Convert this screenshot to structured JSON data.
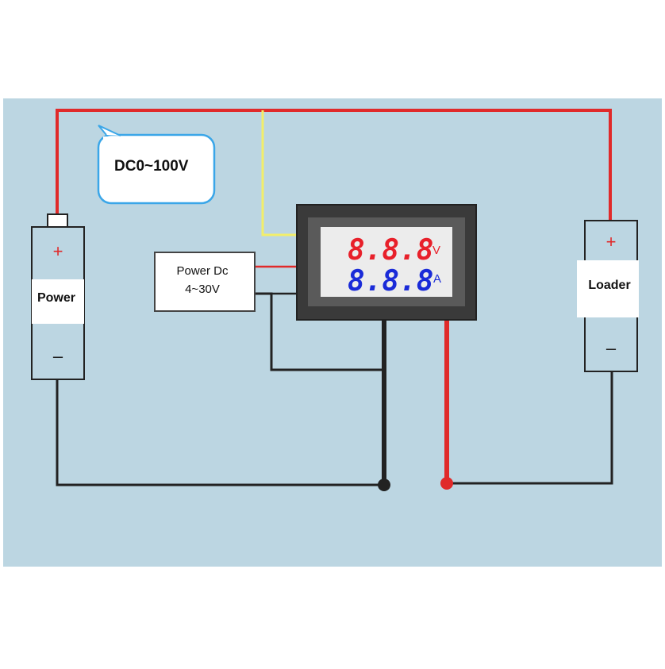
{
  "diagram": {
    "callout_text": "DC0~100V",
    "power_battery": {
      "plus": "+",
      "label": "Power",
      "minus": "–"
    },
    "loader_battery": {
      "plus": "+",
      "label": "Loader",
      "minus": "–"
    },
    "supply_box": {
      "line1": "Power Dc",
      "line2": "4~30V"
    },
    "meter": {
      "voltage_digits": "8.8.8",
      "voltage_unit": "V",
      "current_digits": "8.8.8",
      "current_unit": "A",
      "voltage_color": "#e8202a",
      "current_color": "#1a2bd8"
    },
    "colors": {
      "panel": "#bcd6e2",
      "red_wire": "#e02a2a",
      "black_wire": "#222222",
      "yellow_wire": "#f2ee6a",
      "callout_border": "#3aa6e8"
    }
  }
}
